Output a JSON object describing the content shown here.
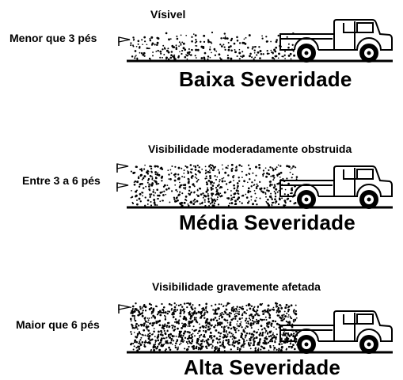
{
  "panels": [
    {
      "visibility": "Vísivel",
      "height_label": "Menor que 3 pés",
      "severity": "Baixa Severidade",
      "flags": 1,
      "dust_density": "low"
    },
    {
      "visibility": "Visibilidade moderadamente obstruida",
      "height_label": "Entre 3 a 6 pés",
      "severity": "Média Severidade",
      "flags": 2,
      "dust_density": "medium"
    },
    {
      "visibility": "Visibilidade gravemente afetada",
      "height_label": "Maior que 6 pés",
      "severity": "Alta Severidade",
      "flags": 1,
      "dust_density": "high"
    }
  ]
}
